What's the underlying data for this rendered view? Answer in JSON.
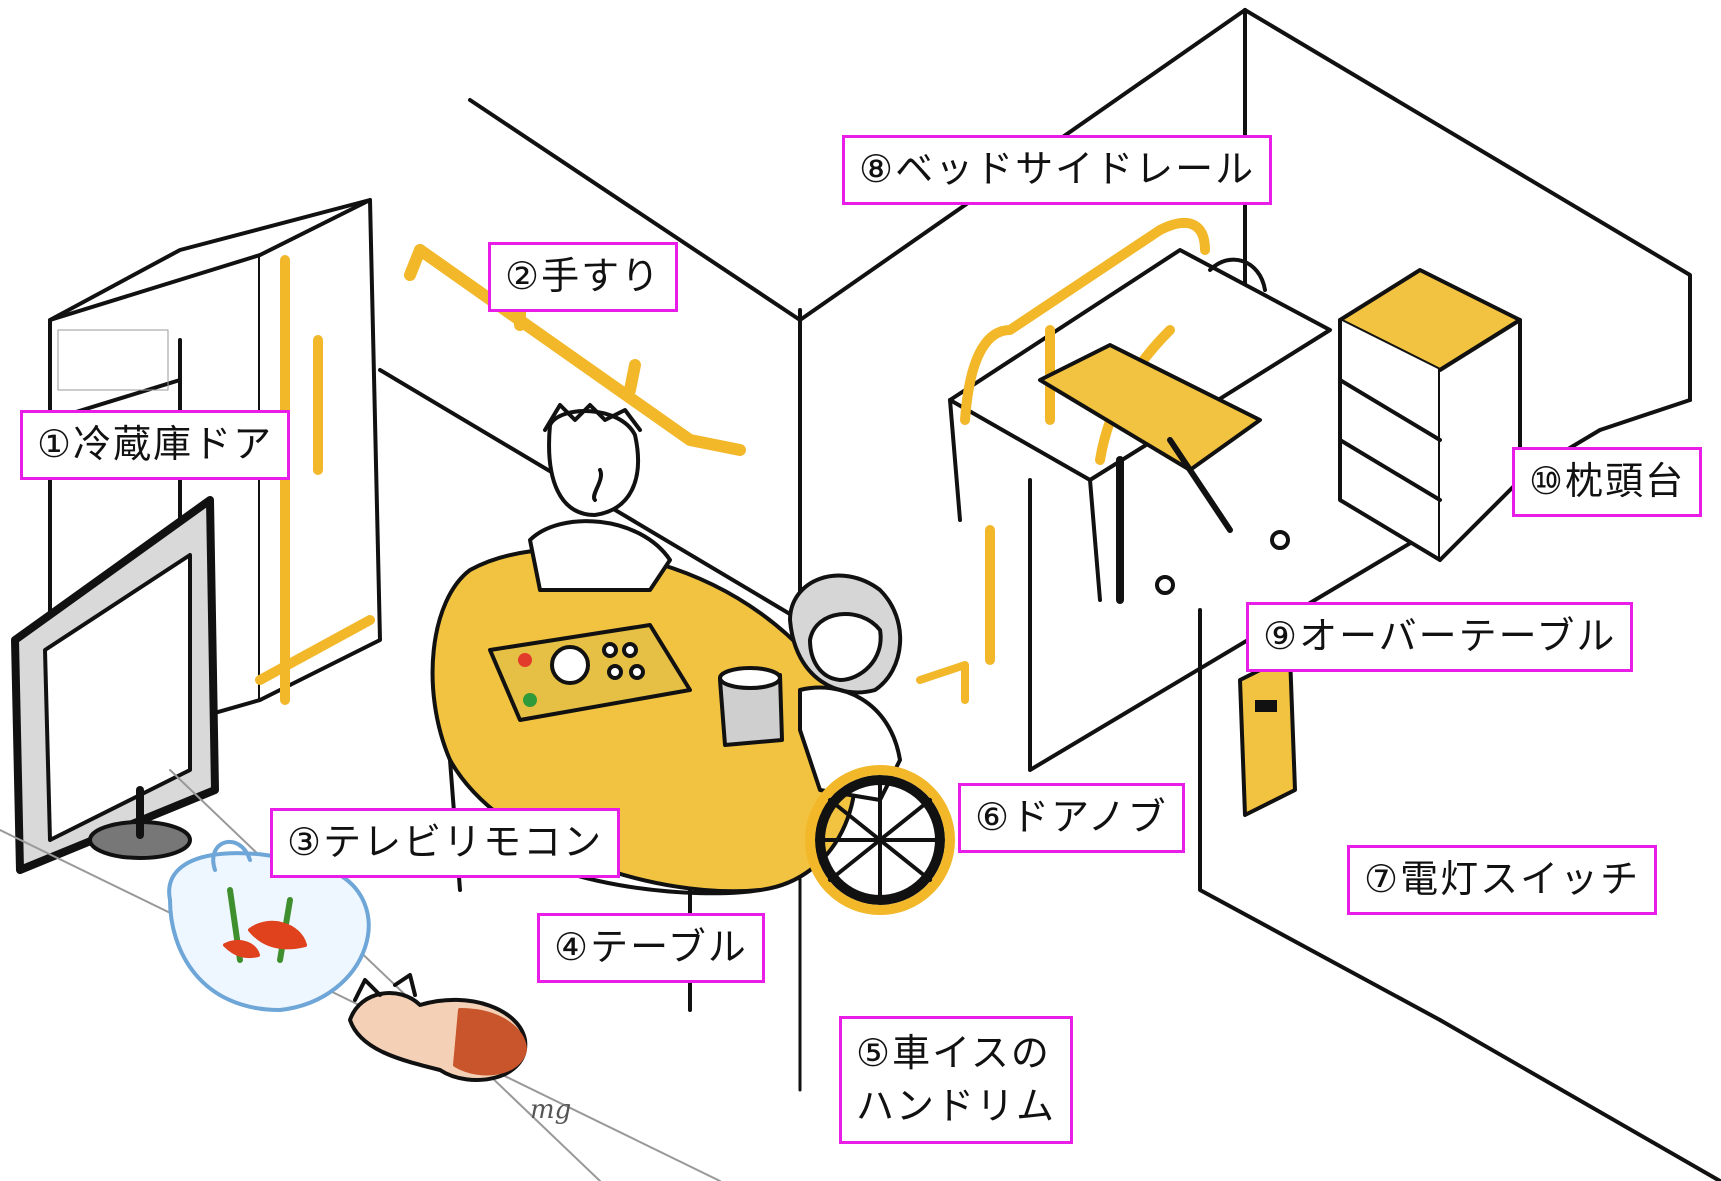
{
  "labels": {
    "fridge_door": "①冷蔵庫ドア",
    "handrail": "②手すり",
    "tv_remote": "③テレビリモコン",
    "table": "④テーブル",
    "wheelchair_handrim": "⑤車イスの\nハンドリム",
    "door_knob": "⑥ドアノブ",
    "light_switch": "⑦電灯スイッチ",
    "bedside_rail": "⑧ベッドサイドレール",
    "overbed_table": "⑨オーバーテーブル",
    "bedside_cabinet": "⑩枕頭台"
  },
  "signature": "mg",
  "colors": {
    "highlight": "#f2b82a",
    "label_border": "#e81ee8",
    "line": "#111111",
    "cat": "#c8552b",
    "fish": "#e0421e",
    "plant": "#3f8f2e"
  }
}
